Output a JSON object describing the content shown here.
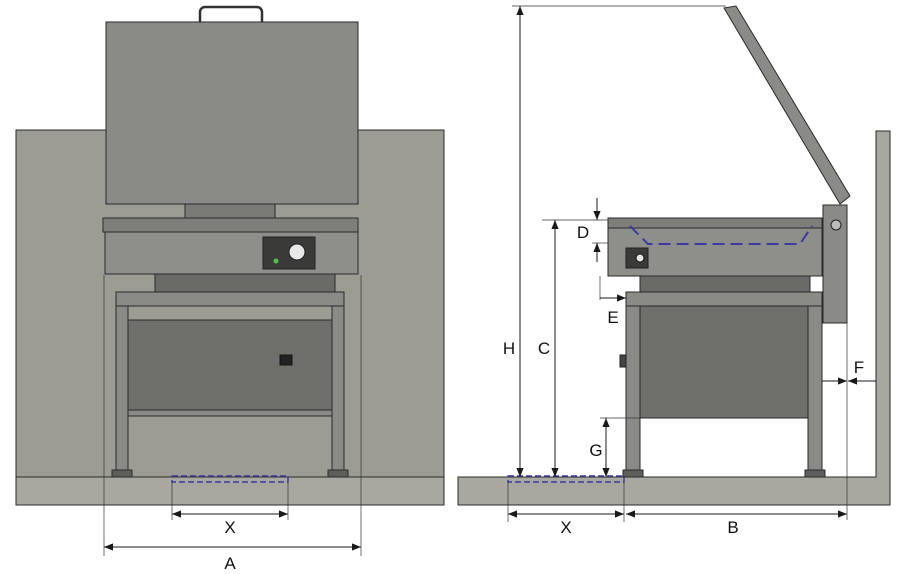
{
  "labels": {
    "front_x": "X",
    "front_a": "A",
    "side_h": "H",
    "side_c": "C",
    "side_d": "D",
    "side_e": "E",
    "side_f": "F",
    "side_g": "G",
    "side_x": "X",
    "side_b": "B"
  },
  "colors": {
    "wall": "#9c9c94",
    "floor": "#a8a8a0",
    "metal": "#8a8a86",
    "metal_dark": "#5e5e5a",
    "cabinet": "#6f6f6b",
    "edge": "#2a2a2a",
    "drain": "#3a3aa0"
  },
  "icons": {
    "thermostat_knob": "knob-icon",
    "indicator_lamp": "lamp-icon",
    "door_handle": "handle-icon"
  }
}
